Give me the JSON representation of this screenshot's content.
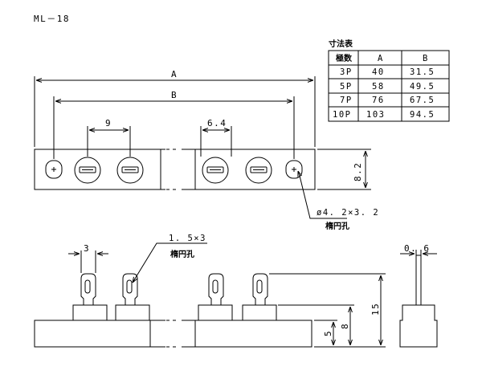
{
  "title": "ML－18",
  "table": {
    "caption": "寸法表",
    "headers": [
      "極数",
      "A",
      "B"
    ],
    "rows": [
      [
        "3P",
        "40",
        "31.5"
      ],
      [
        "5P",
        "58",
        "49.5"
      ],
      [
        "7P",
        "76",
        "67.5"
      ],
      [
        "10P",
        "103",
        "94.5"
      ]
    ]
  },
  "top_view": {
    "dim_a": "A",
    "dim_b": "B",
    "pitch": "9",
    "pitch2": "6.4",
    "height": "8.2",
    "hole_size": "ø4. 2×3. 2",
    "hole_label": "楕円孔"
  },
  "front_view": {
    "pin_width": "3",
    "slot_size": "1. 5×3",
    "slot_label": "楕円孔",
    "h_base": "5",
    "h_block": "8",
    "h_total": "15"
  },
  "side_view": {
    "pin_thickness": "0. 6"
  }
}
